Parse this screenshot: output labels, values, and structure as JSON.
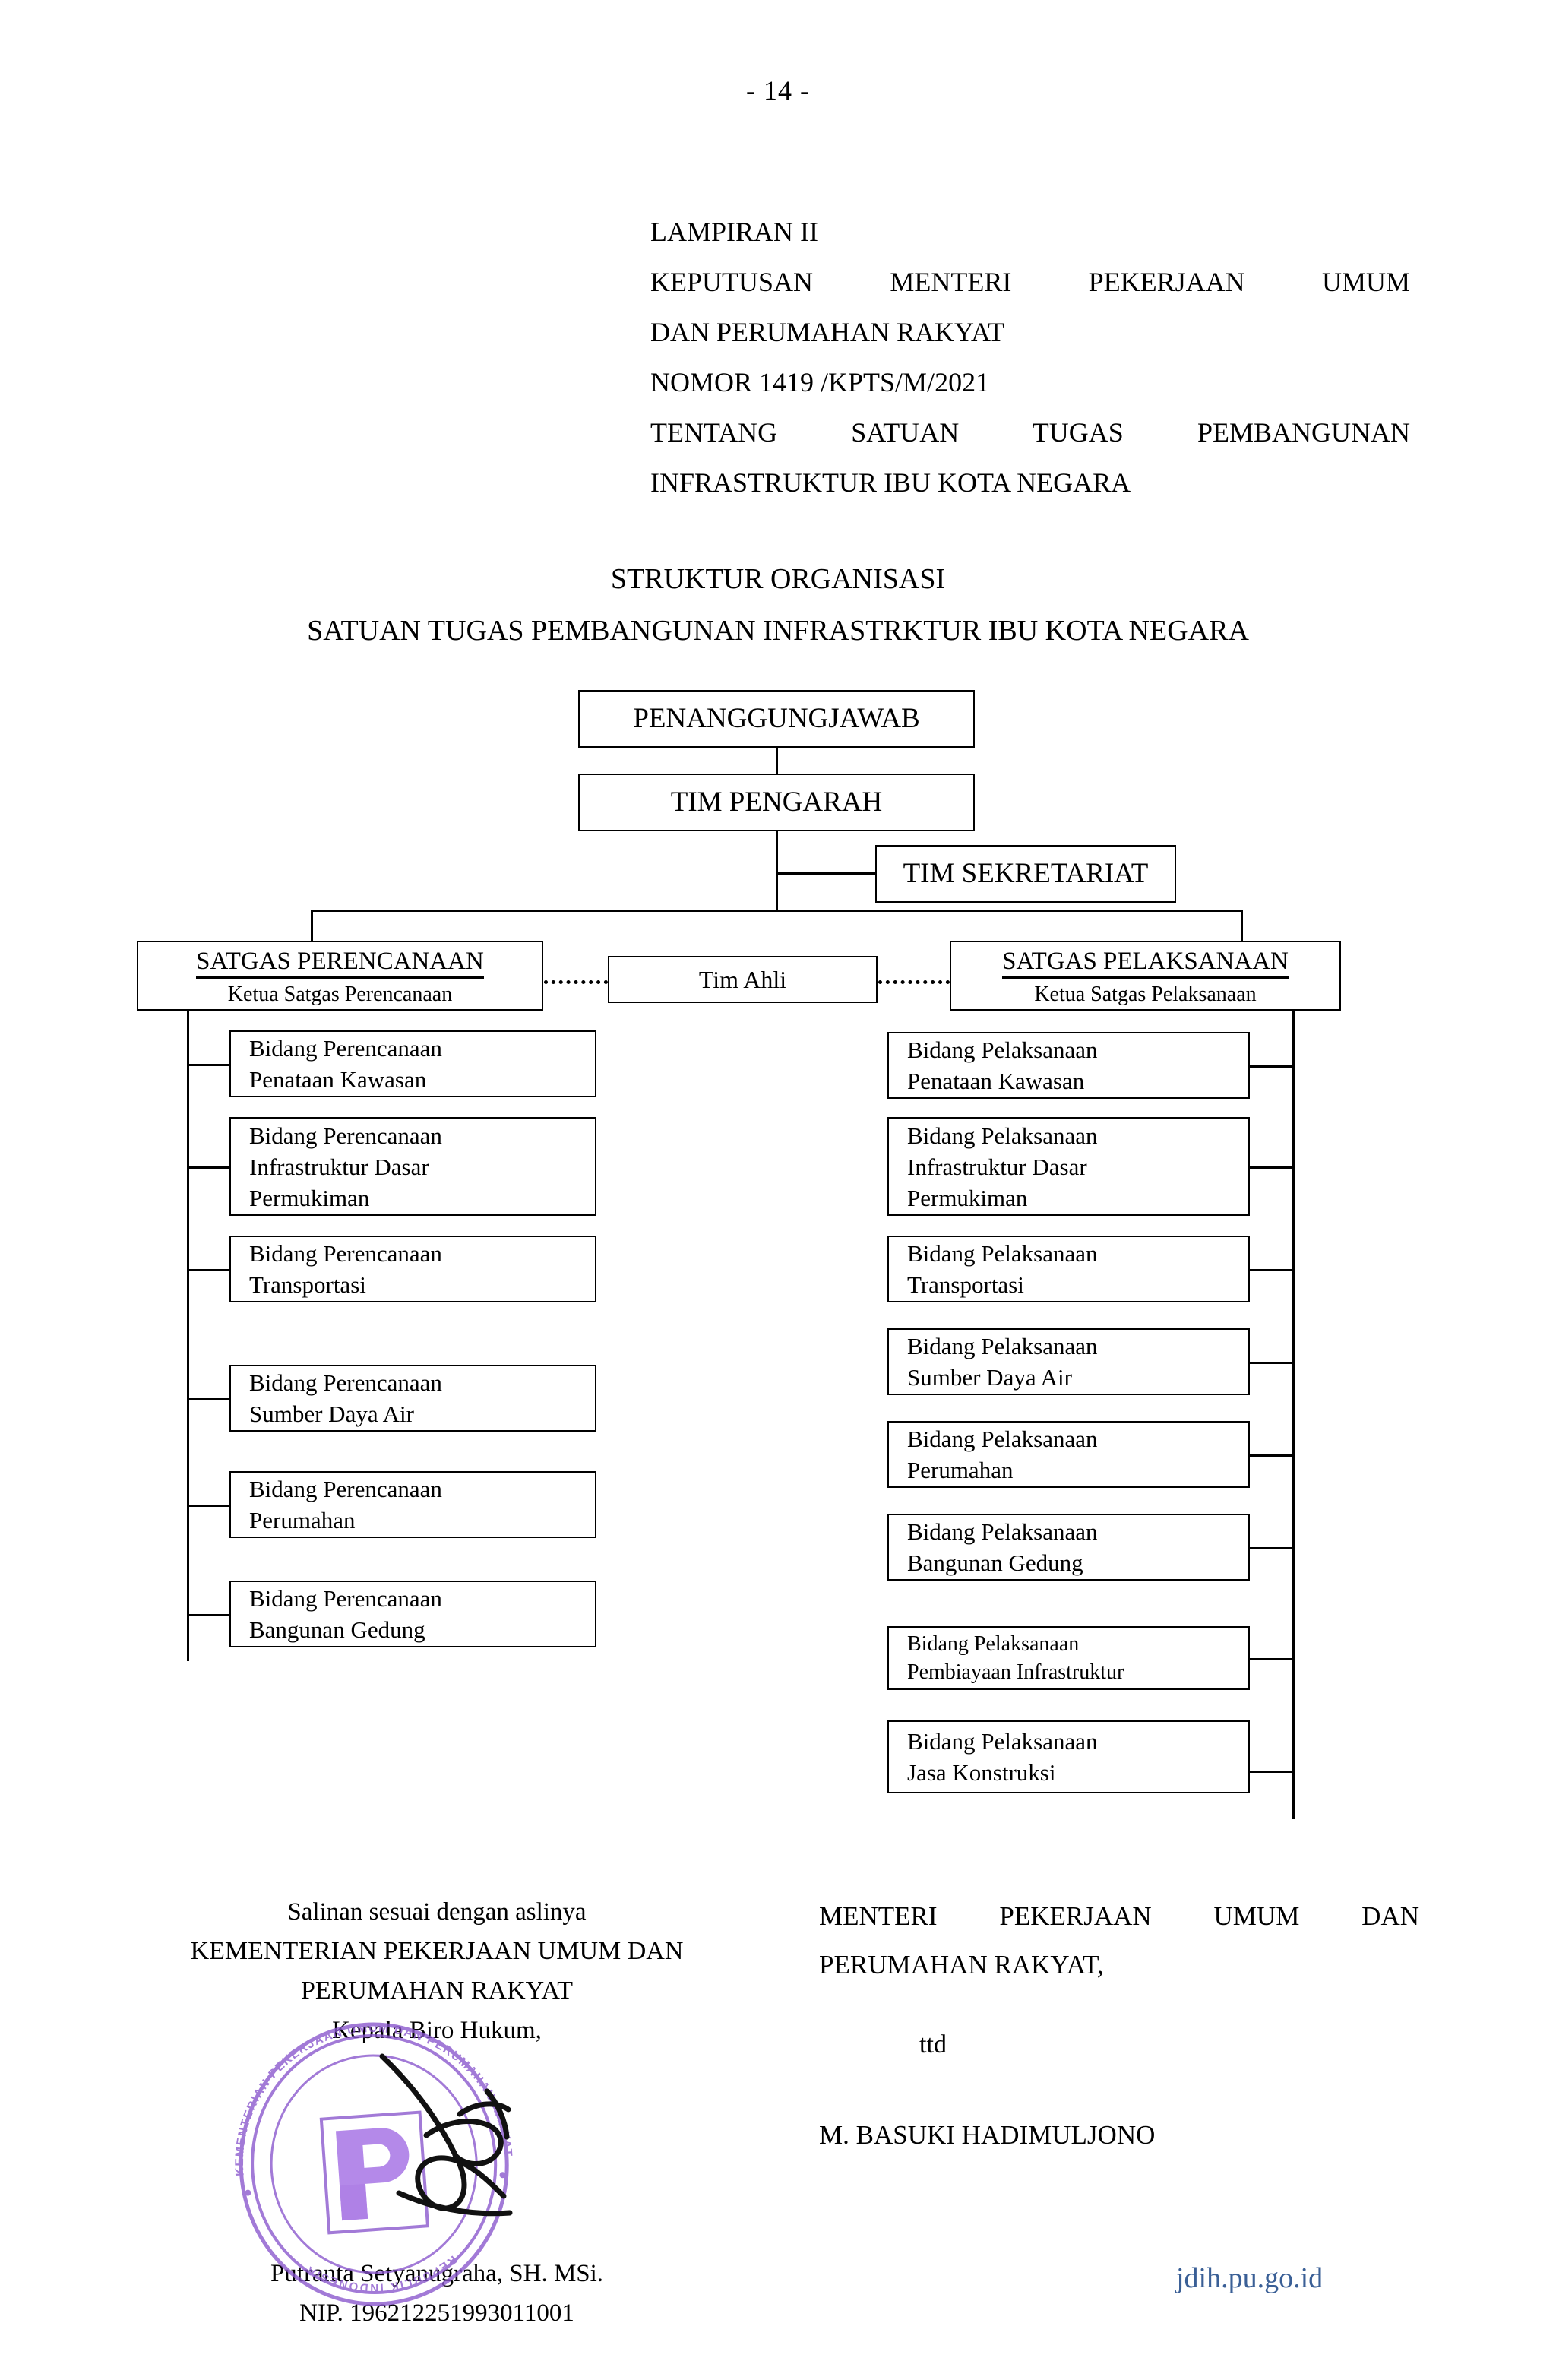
{
  "page": {
    "number_label": "- 14 -"
  },
  "letter_head": {
    "lines": [
      {
        "text": "LAMPIRAN II",
        "justify": false
      },
      {
        "text": "KEPUTUSAN MENTERI PEKERJAAN UMUM",
        "justify": true
      },
      {
        "text": "DAN PERUMAHAN RAKYAT",
        "justify": false
      },
      {
        "text": "NOMOR    1419 /KPTS/M/2021",
        "justify": false
      },
      {
        "text": "TENTANG SATUAN TUGAS PEMBANGUNAN",
        "justify": true
      },
      {
        "text": "INFRASTRUKTUR IBU KOTA NEGARA",
        "justify": false
      }
    ]
  },
  "chart_title": {
    "line1": "STRUKTUR ORGANISASI",
    "line2": "SATUAN TUGAS PEMBANGUNAN INFRASTRKTUR IBU KOTA NEGARA"
  },
  "org_chart": {
    "penanggungjawab": "PENANGGUNGJAWAB",
    "tim_pengarah": "TIM PENGARAH",
    "tim_sekretariat": "TIM SEKRETARIAT",
    "tim_ahli": "Tim Ahli",
    "satgas_perencanaan": {
      "title": "SATGAS PERENCANAAN",
      "subtitle": "Ketua Satgas Perencanaan",
      "bidang": [
        {
          "l1": "Bidang Perencanaan",
          "l2": "Penataan Kawasan",
          "l3": ""
        },
        {
          "l1": "Bidang Perencanaan",
          "l2": "Infrastruktur Dasar",
          "l3": "Permukiman"
        },
        {
          "l1": "Bidang Perencanaan",
          "l2": "Transportasi",
          "l3": ""
        },
        {
          "l1": "Bidang Perencanaan",
          "l2": "Sumber Daya Air",
          "l3": ""
        },
        {
          "l1": "Bidang Perencanaan",
          "l2": "Perumahan",
          "l3": ""
        },
        {
          "l1": "Bidang Perencanaan",
          "l2": "Bangunan Gedung",
          "l3": ""
        }
      ]
    },
    "satgas_pelaksanaan": {
      "title": "SATGAS PELAKSANAAN",
      "subtitle": "Ketua Satgas Pelaksanaan",
      "bidang": [
        {
          "l1": "Bidang Pelaksanaan",
          "l2": "Penataan Kawasan",
          "l3": ""
        },
        {
          "l1": "Bidang Pelaksanaan",
          "l2": "Infrastruktur Dasar",
          "l3": "Permukiman"
        },
        {
          "l1": "Bidang Pelaksanaan",
          "l2": "Transportasi",
          "l3": ""
        },
        {
          "l1": "Bidang Pelaksanaan",
          "l2": "Sumber Daya Air",
          "l3": ""
        },
        {
          "l1": "Bidang Pelaksanaan",
          "l2": "Perumahan",
          "l3": ""
        },
        {
          "l1": "Bidang Pelaksanaan",
          "l2": "Bangunan Gedung",
          "l3": ""
        },
        {
          "l1": "Bidang Pelaksanaan",
          "l2": "Pembiayaan Infrastruktur",
          "l3": ""
        },
        {
          "l1": "Bidang Pelaksanaan",
          "l2": "Jasa Konstruksi",
          "l3": ""
        }
      ]
    }
  },
  "signature_right": {
    "line1": "MENTERI PEKERJAAN UMUM DAN",
    "line2": "PERUMAHAN RAKYAT,",
    "ttd": "ttd",
    "name": "M. BASUKI HADIMULJONO"
  },
  "signature_left": {
    "line1": "Salinan sesuai dengan aslinya",
    "line2": "KEMENTERIAN PEKERJAAN UMUM DAN",
    "line3": "PERUMAHAN RAKYAT",
    "line4": "Kepala Biro Hukum,",
    "name": "Putranta Setyanugraha, SH. MSi.",
    "nip": "NIP. 196212251993011001",
    "stamp_outer_text": "KEMENTERIAN PEKERJAAN UMUM DAN PERUMAHAN RAKYAT",
    "stamp_inner_text": "REPUBLIK INDONESIA",
    "stamp_color": "#8855cc"
  },
  "watermark": {
    "text": "jdih.pu.go.id",
    "color": "#3a5f96"
  }
}
